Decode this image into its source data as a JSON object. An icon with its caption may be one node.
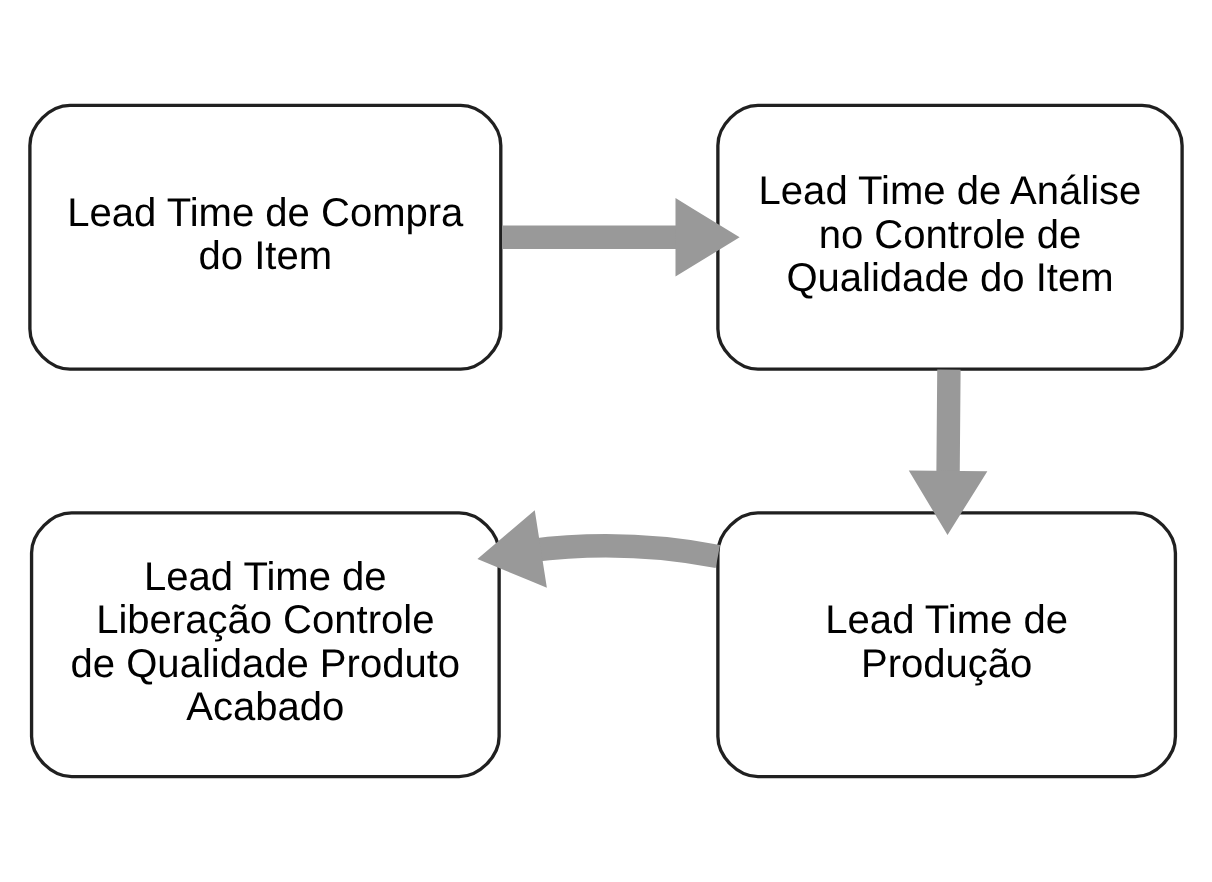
{
  "diagram": {
    "nodes": [
      {
        "text": [
          "Lead Time de Compra do Item"
        ]
      },
      {
        "text": [
          "Lead Time de Análise no Controle de Qualidade do Item"
        ]
      },
      {
        "text": [
          "Lead Time de Produção"
        ]
      },
      {
        "text": [
          "Lead Time de Liberação Controle de Qualidade Produto Acabado"
        ]
      }
    ],
    "edges": [
      {
        "from": 0,
        "to": 1,
        "arrow": "to"
      },
      {
        "from": 1,
        "to": 2,
        "arrow": "to"
      },
      {
        "from": 2,
        "to": 3,
        "arrow": "to"
      }
    ]
  }
}
